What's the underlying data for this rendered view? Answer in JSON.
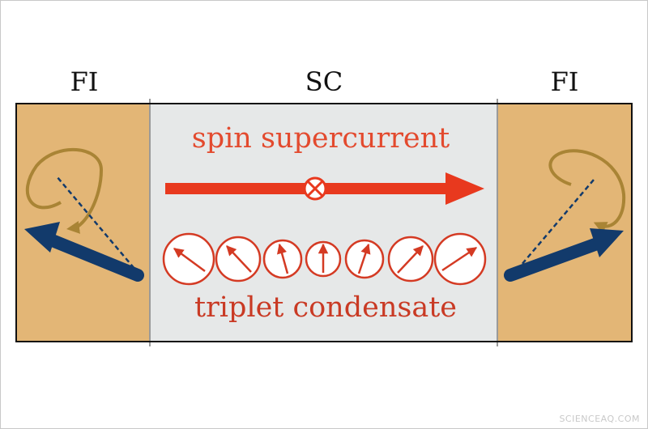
{
  "diagram": {
    "left_region_label": "FI",
    "center_region_label": "SC",
    "right_region_label": "FI",
    "top_caption": "spin supercurrent",
    "bottom_caption": "triplet condensate",
    "watermark": "SCIENCEAQ.COM",
    "spin_arrows_count": 7
  },
  "colors": {
    "fi_fill": "#e3b676",
    "sc_fill": "#e6e8e8",
    "accent_red": "#e8391e",
    "text_red": "#d43a23",
    "magnet_blue": "#123a6b",
    "precession_brown": "#a98435"
  }
}
